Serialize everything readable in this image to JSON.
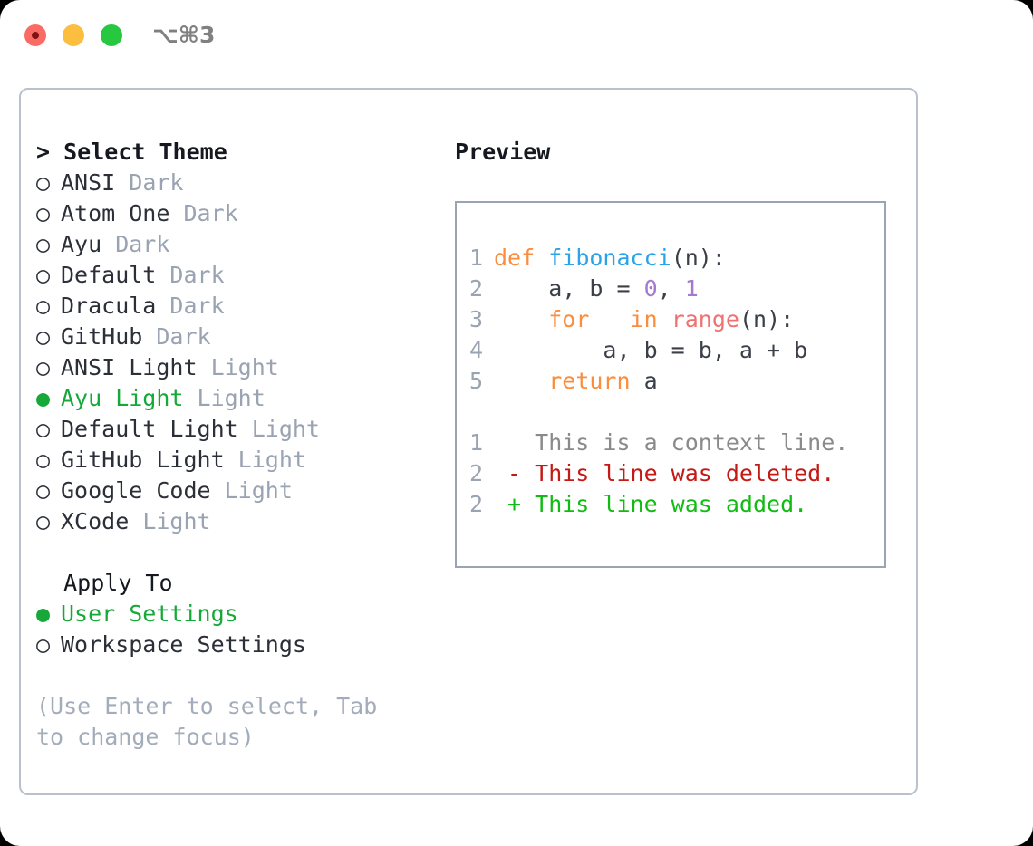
{
  "titlebar": {
    "shortcut": "⌥⌘3",
    "buttons": [
      {
        "name": "close",
        "color": "#fb6a64"
      },
      {
        "name": "minimize",
        "color": "#fbbe3f"
      },
      {
        "name": "maximize",
        "color": "#27c73f"
      }
    ]
  },
  "theme_section": {
    "caret": ">",
    "header": "Select Theme",
    "bullet_unselected": "○",
    "bullet_selected": "●",
    "items": [
      {
        "label": "ANSI",
        "tag": "Dark",
        "selected": false
      },
      {
        "label": "Atom One",
        "tag": "Dark",
        "selected": false
      },
      {
        "label": "Ayu",
        "tag": "Dark",
        "selected": false
      },
      {
        "label": "Default",
        "tag": "Dark",
        "selected": false
      },
      {
        "label": "Dracula",
        "tag": "Dark",
        "selected": false
      },
      {
        "label": "GitHub",
        "tag": "Dark",
        "selected": false
      },
      {
        "label": "ANSI Light",
        "tag": "Light",
        "selected": false
      },
      {
        "label": "Ayu Light",
        "tag": "Light",
        "selected": true
      },
      {
        "label": "Default Light",
        "tag": "Light",
        "selected": false
      },
      {
        "label": "GitHub Light",
        "tag": "Light",
        "selected": false
      },
      {
        "label": "Google Code",
        "tag": "Light",
        "selected": false
      },
      {
        "label": "XCode",
        "tag": "Light",
        "selected": false
      }
    ]
  },
  "apply_section": {
    "header": "Apply To",
    "items": [
      {
        "label": "User Settings",
        "selected": true
      },
      {
        "label": "Workspace Settings",
        "selected": false
      }
    ]
  },
  "hint": "(Use Enter to select, Tab to change focus)",
  "preview": {
    "title": "Preview",
    "code_lines": [
      {
        "num": "1",
        "tokens": [
          {
            "t": "def ",
            "c": "kw"
          },
          {
            "t": "fibonacci",
            "c": "fn"
          },
          {
            "t": "(n):",
            "c": "plain"
          }
        ]
      },
      {
        "num": "2",
        "tokens": [
          {
            "t": "    a, b = ",
            "c": "plain"
          },
          {
            "t": "0",
            "c": "num"
          },
          {
            "t": ", ",
            "c": "plain"
          },
          {
            "t": "1",
            "c": "num"
          }
        ]
      },
      {
        "num": "3",
        "tokens": [
          {
            "t": "    ",
            "c": "plain"
          },
          {
            "t": "for",
            "c": "kw"
          },
          {
            "t": " _ ",
            "c": "plain"
          },
          {
            "t": "in",
            "c": "kw"
          },
          {
            "t": " ",
            "c": "plain"
          },
          {
            "t": "range",
            "c": "bi"
          },
          {
            "t": "(n):",
            "c": "plain"
          }
        ]
      },
      {
        "num": "4",
        "tokens": [
          {
            "t": "        a, b = b, a + b",
            "c": "plain"
          }
        ]
      },
      {
        "num": "5",
        "tokens": [
          {
            "t": "    ",
            "c": "plain"
          },
          {
            "t": "return",
            "c": "kw"
          },
          {
            "t": " a",
            "c": "plain"
          }
        ]
      }
    ],
    "diff_lines": [
      {
        "num": "1",
        "marker": " ",
        "text": "This is a context line.",
        "kind": "ctx"
      },
      {
        "num": "2",
        "marker": "-",
        "text": "This line was deleted.",
        "kind": "del"
      },
      {
        "num": "2",
        "marker": "+",
        "text": "This line was added.",
        "kind": "add"
      }
    ]
  },
  "colors": {
    "accent_green": "#16a839",
    "muted": "#9aa3b2",
    "keyword": "#fa8d3e",
    "function": "#2aa3e8",
    "number": "#a37acc",
    "builtin": "#f07171",
    "diff_add": "#12bb12",
    "diff_del": "#c41a16",
    "panel_border": "#b9c1cd",
    "preview_border": "#9aa5b4"
  }
}
